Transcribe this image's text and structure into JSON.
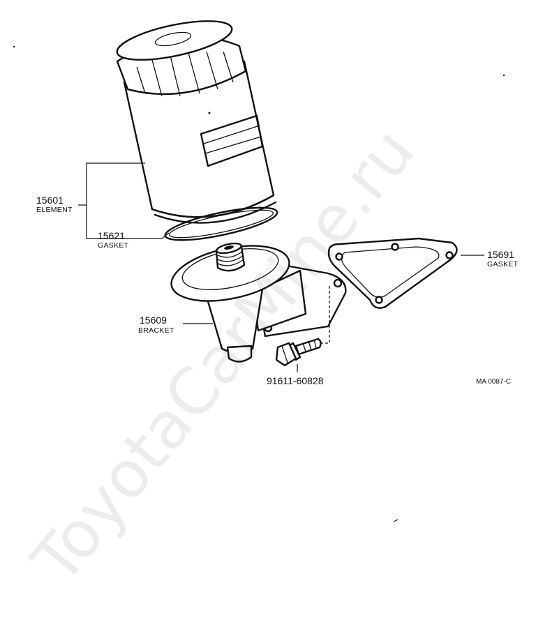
{
  "watermark": "ToyotaCarMine.ru",
  "figure_code": "MA 0087-C",
  "parts": {
    "element": {
      "number": "15601",
      "name": "ELEMENT"
    },
    "gasket_filter": {
      "number": "15621",
      "name": "GASKET"
    },
    "bracket": {
      "number": "15609",
      "name": "BRACKET"
    },
    "gasket_bracket": {
      "number": "15691",
      "name": "GASKET"
    },
    "bolt": {
      "number": "91611-60828"
    }
  }
}
